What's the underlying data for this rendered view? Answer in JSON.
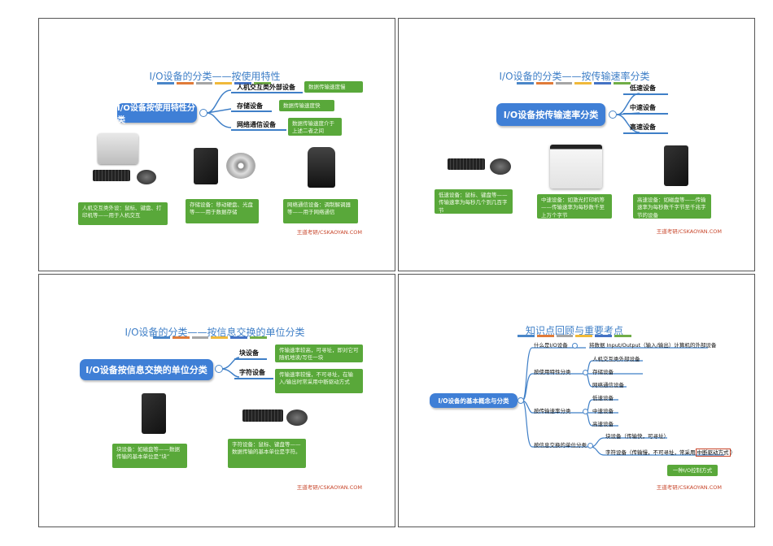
{
  "slide1": {
    "title": "I/O设备的分类——按使用特性",
    "main": "I/O设备按使用特性分类",
    "branches": [
      "人机交互类外部设备",
      "存储设备",
      "网络通信设备"
    ],
    "notes": [
      "数据传输速度慢",
      "数据传输速度快",
      "数据传输速度介于上述二者之间"
    ],
    "captions": [
      "人机交互类外设：鼠标、键盘、打印机等——用于人机交互",
      "存储设备：移动硬盘、光盘等——用于数据存储",
      "网络通信设备：调制解调器等——用于网络通信"
    ],
    "footer": "王道考研/CSKAOYAN.COM"
  },
  "slide2": {
    "title": "I/O设备的分类——按传输速率分类",
    "main": "I/O设备按传输速率分类",
    "branches": [
      "低速设备",
      "中速设备",
      "高速设备"
    ],
    "captions": [
      "低速设备：鼠标、键盘等——传输速率为每秒几个到几百字节",
      "中速设备：如激光打印机等——传输速率为每秒数千至上万个字节",
      "高速设备：如磁盘等——传输速率为每秒数千字节至千兆字节的设备"
    ],
    "footer": "王道考研/CSKAOYAN.COM"
  },
  "slide3": {
    "title": "I/O设备的分类——按信息交换的单位分类",
    "main": "I/O设备按信息交换的单位分类",
    "branches": [
      "块设备",
      "字符设备"
    ],
    "notes": [
      "传输速率较高，可寻址，即对它可随机地读/写任一块",
      "传输速率较慢，不可寻址，在输入/输出时常采用中断驱动方式"
    ],
    "captions": [
      "块设备：如磁盘等——数据传输的基本单位是“块”",
      "字符设备：鼠标、键盘等——数据传输的基本单位是字符。"
    ],
    "footer": "王道考研/CSKAOYAN.COM"
  },
  "slide4": {
    "title": "知识点回顾与重要考点",
    "main": "I/O设备的基本概念与分类",
    "groups": [
      {
        "label": "什么是I/O设备",
        "children": [
          "将数据 Input/Output（输入/输出）计算机的外部设备"
        ]
      },
      {
        "label": "按使用特性分类",
        "children": [
          "人机交互类外部设备",
          "存储设备",
          "网络通信设备"
        ]
      },
      {
        "label": "按传输速率分类",
        "children": [
          "低速设备",
          "中速设备",
          "高速设备"
        ]
      },
      {
        "label": "按信息交换的单位分类",
        "children": [
          "块设备（传输快，可寻址）",
          "字符设备（传输慢，不可寻址，常采用"
        ]
      }
    ],
    "boxed": "中断驱动方式",
    "boxed_suffix": "）",
    "note": "一种I/O控制方式",
    "footer": "王道考研/CSKAOYAN.COM"
  },
  "colors": {
    "accent": "#3f7fd6",
    "green": "#59a83a",
    "footer": "#c8462b",
    "bar": [
      "#4a86c8",
      "#e07b39",
      "#a5a5a5",
      "#f0b93a",
      "#4472c4",
      "#70ad47"
    ]
  }
}
